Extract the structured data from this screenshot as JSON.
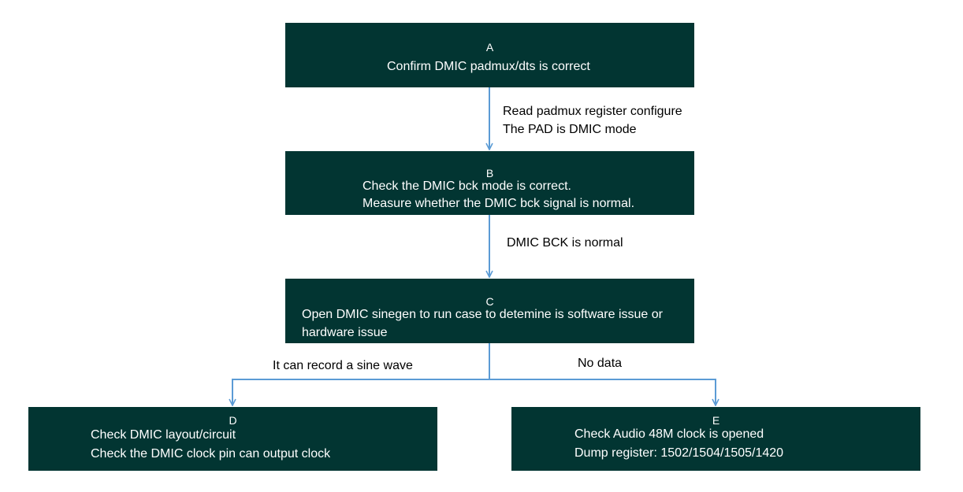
{
  "colors": {
    "node_fill": "#023532",
    "node_text": "#ffffff",
    "connector": "#5b9bd5",
    "label_text": "#000000"
  },
  "nodes": {
    "a": {
      "id": "A",
      "lines": [
        "Confirm DMIC padmux/dts is correct"
      ]
    },
    "b": {
      "id": "B",
      "lines": [
        "Check the DMIC bck mode is correct.",
        "Measure whether the DMIC bck signal is normal."
      ]
    },
    "c": {
      "id": "C",
      "lines": [
        "Open DMIC sinegen to run case to detemine is software issue or",
        "hardware issue"
      ]
    },
    "d": {
      "id": "D",
      "lines": [
        "Check DMIC layout/circuit",
        "Check the DMIC clock pin can output clock"
      ]
    },
    "e": {
      "id": "E",
      "lines": [
        "Check Audio 48M clock is opened",
        "Dump register: 1502/1504/1505/1420"
      ]
    }
  },
  "edges": {
    "a_b": {
      "lines": [
        "Read padmux register configure",
        "The PAD is DMIC mode"
      ]
    },
    "b_c": {
      "lines": [
        "DMIC BCK is normal"
      ]
    },
    "c_d": {
      "lines": [
        "It can record a sine wave"
      ]
    },
    "c_e": {
      "lines": [
        "No data"
      ]
    }
  }
}
